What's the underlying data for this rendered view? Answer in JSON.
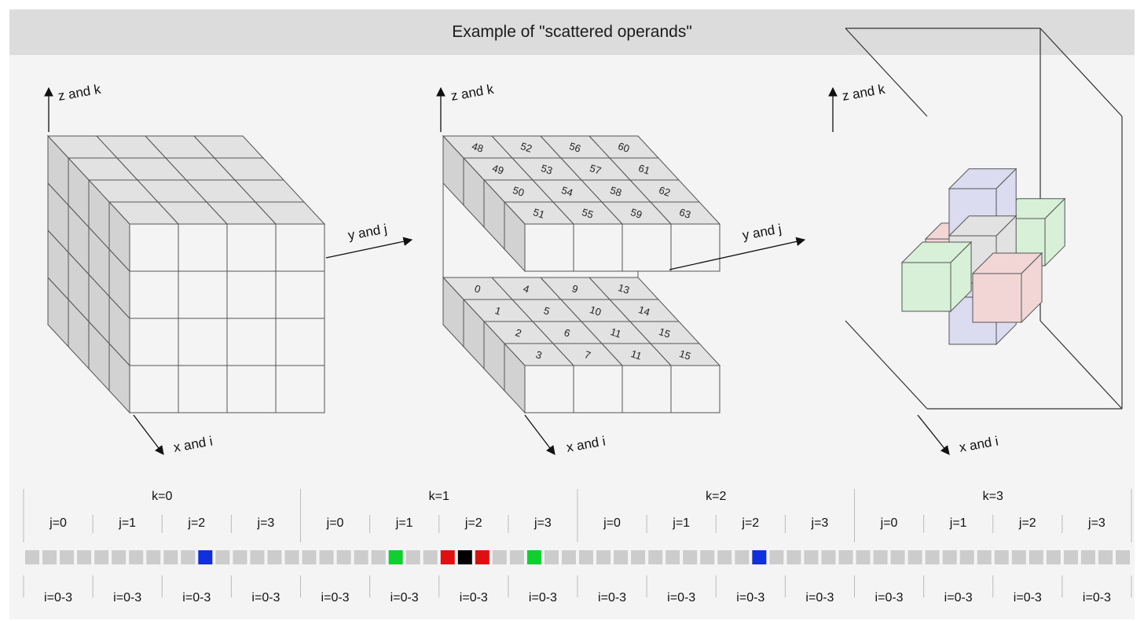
{
  "title": "Example of \"scattered operands\"",
  "axes": {
    "z": "z and k",
    "y": "y and j",
    "x": "x and i"
  },
  "middle_cube": {
    "top_layer_labels": [
      [
        "48",
        "52",
        "56",
        "60"
      ],
      [
        "49",
        "53",
        "57",
        "61"
      ],
      [
        "50",
        "54",
        "58",
        "62"
      ],
      [
        "51",
        "55",
        "59",
        "63"
      ]
    ],
    "bottom_layer_labels": [
      [
        "0",
        "4",
        "9",
        "13"
      ],
      [
        "1",
        "5",
        "10",
        "14"
      ],
      [
        "2",
        "6",
        "11",
        "15"
      ],
      [
        "3",
        "7",
        "11",
        "15"
      ]
    ]
  },
  "layout_table": {
    "k_labels": [
      "k=0",
      "k=1",
      "k=2",
      "k=3"
    ],
    "j_labels": [
      "j=0",
      "j=1",
      "j=2",
      "j=3"
    ],
    "i_label": "i=0-3",
    "highlights": [
      {
        "index": 10,
        "color": "#1030e0"
      },
      {
        "index": 21,
        "color": "#10d030"
      },
      {
        "index": 24,
        "color": "#e01010"
      },
      {
        "index": 25,
        "color": "#000000"
      },
      {
        "index": 26,
        "color": "#e01010"
      },
      {
        "index": 29,
        "color": "#10d030"
      },
      {
        "index": 42,
        "color": "#1030e0"
      }
    ],
    "base_color": "#cccccc"
  },
  "colors": {
    "face_light": "#f4f4f4",
    "face_top": "#e2e2e2",
    "face_side": "#d2d2d2",
    "blue_cube": "#dcdcf0",
    "red_cube": "#f2d6d6",
    "green_cube": "#d8efd8"
  }
}
